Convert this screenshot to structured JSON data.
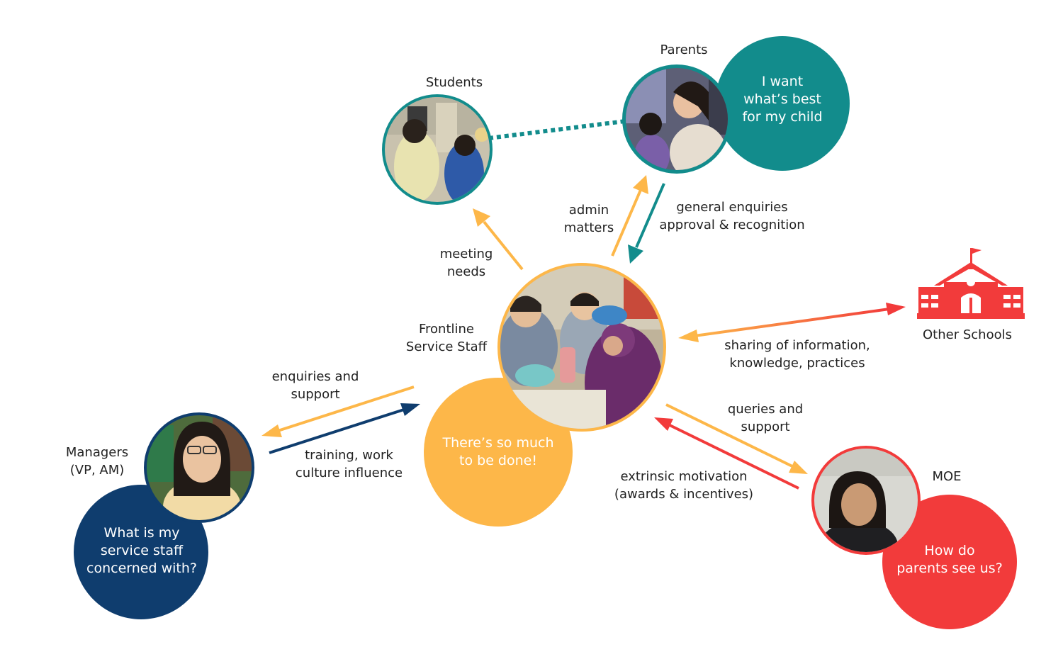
{
  "nodes": {
    "students": {
      "label": "Students"
    },
    "parents": {
      "label": "Parents",
      "thought": [
        "I want",
        "what’s best",
        "for my child"
      ]
    },
    "frontline": {
      "label": [
        "Frontline",
        "Service Staff"
      ],
      "thought": [
        "There’s so much",
        "to be done!"
      ]
    },
    "managers": {
      "label": [
        "Managers",
        "(VP, AM)"
      ],
      "thought": [
        "What is my",
        "service staff",
        "concerned with?"
      ]
    },
    "moe": {
      "label": "MOE",
      "thought": [
        "How do",
        "parents see us?"
      ]
    },
    "other_schools": {
      "label": "Other Schools"
    }
  },
  "edges": {
    "meeting_needs": [
      "meeting",
      "needs"
    ],
    "admin_matters": [
      "admin",
      "matters"
    ],
    "general_enquiries": [
      "general enquiries",
      "approval & recognition"
    ],
    "sharing": [
      "sharing of information,",
      "knowledge, practices"
    ],
    "enquiries_support": [
      "enquiries and",
      "support"
    ],
    "training": [
      "training, work",
      "culture influence"
    ],
    "queries_support": [
      "queries and",
      "support"
    ],
    "extrinsic": [
      "extrinsic motivation",
      "(awards & incentives)"
    ]
  },
  "colors": {
    "teal": "#128c8c",
    "orange": "#fdb749",
    "navy": "#0f3d6e",
    "red": "#f23b3b",
    "salmon": "#f46f4a"
  }
}
